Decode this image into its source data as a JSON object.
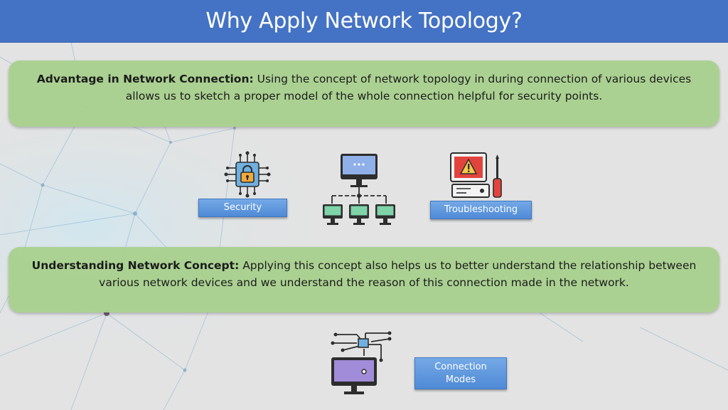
{
  "slide": {
    "title": "Why Apply Network Topology?"
  },
  "panels": [
    {
      "heading": "Advantage in Network Connection:",
      "body": " Using the concept of network topology in during connection of various devices allows us to sketch a proper model of the whole connection helpful for security points."
    },
    {
      "heading": "Understanding Network Concept:",
      "body": " Applying this concept also helps us to better understand the relationship between various network devices and we understand the reason of this connection made in the network."
    }
  ],
  "labels": {
    "security": "Security",
    "troubleshooting": "Troubleshooting",
    "connection_modes": "Connection Modes"
  },
  "icons": {
    "security": "chip-lock-icon",
    "topology": "network-topology-icon",
    "troubleshooting": "computer-alert-screwdriver-icon",
    "connection": "monitor-circuit-icon"
  },
  "colors": {
    "title_bar": "#4472c4",
    "panel": "#a9d18e",
    "label": "#5b9bd5"
  }
}
